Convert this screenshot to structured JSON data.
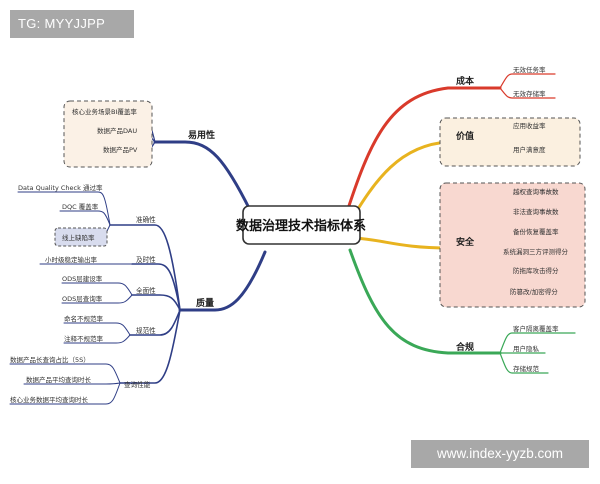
{
  "watermark_top": "TG: MYYJJPP",
  "watermark_bottom": "www.index-yyzb.com",
  "colors": {
    "cost": "#d93a2b",
    "value": "#e8b31f",
    "security": "#e8b31f",
    "compliance": "#3aa857",
    "usability": "#2f3e86",
    "quality": "#2f3e86",
    "security_box": "#f8d8d0",
    "value_box": "#fbf0e0"
  },
  "root": "数据治理技术指标体系",
  "right": {
    "cost": {
      "label": "成本",
      "items": [
        "无效任务率",
        "无效存储率"
      ]
    },
    "value": {
      "label": "价值",
      "items": [
        "应用收益率",
        "用户满意度"
      ]
    },
    "security": {
      "label": "安全",
      "items": [
        "越权查询事故数",
        "非法查询事故数",
        "备份恢复覆盖率",
        "系统漏洞三方评测得分",
        "防拖库攻击得分",
        "防篡改/加密得分"
      ]
    },
    "compliance": {
      "label": "合规",
      "items": [
        "客户隔离覆盖率",
        "用户隐私",
        "存储规范"
      ]
    }
  },
  "left": {
    "usability": {
      "label": "易用性",
      "items": [
        "核心业务场景BI覆盖率",
        "数据产品DAU",
        "数据产品PV"
      ]
    },
    "quality": {
      "label": "质量",
      "subs": [
        {
          "label": "准确性",
          "items": [
            "Data Quality Check 通过率",
            "DQC 覆盖率",
            "线上缺陷率"
          ]
        },
        {
          "label": "及时性",
          "items": [
            "小时级稳定输出率"
          ]
        },
        {
          "label": "全面性",
          "items": [
            "ODS层建设率",
            "ODS层查询率"
          ]
        },
        {
          "label": "规范性",
          "items": [
            "命名不规范率",
            "注释不规范率"
          ]
        },
        {
          "label": "查询性能",
          "items": [
            "数据产品长查询占比（5S）",
            "数据产品平均查询时长",
            "核心业务数据平均查询时长"
          ]
        }
      ]
    }
  }
}
